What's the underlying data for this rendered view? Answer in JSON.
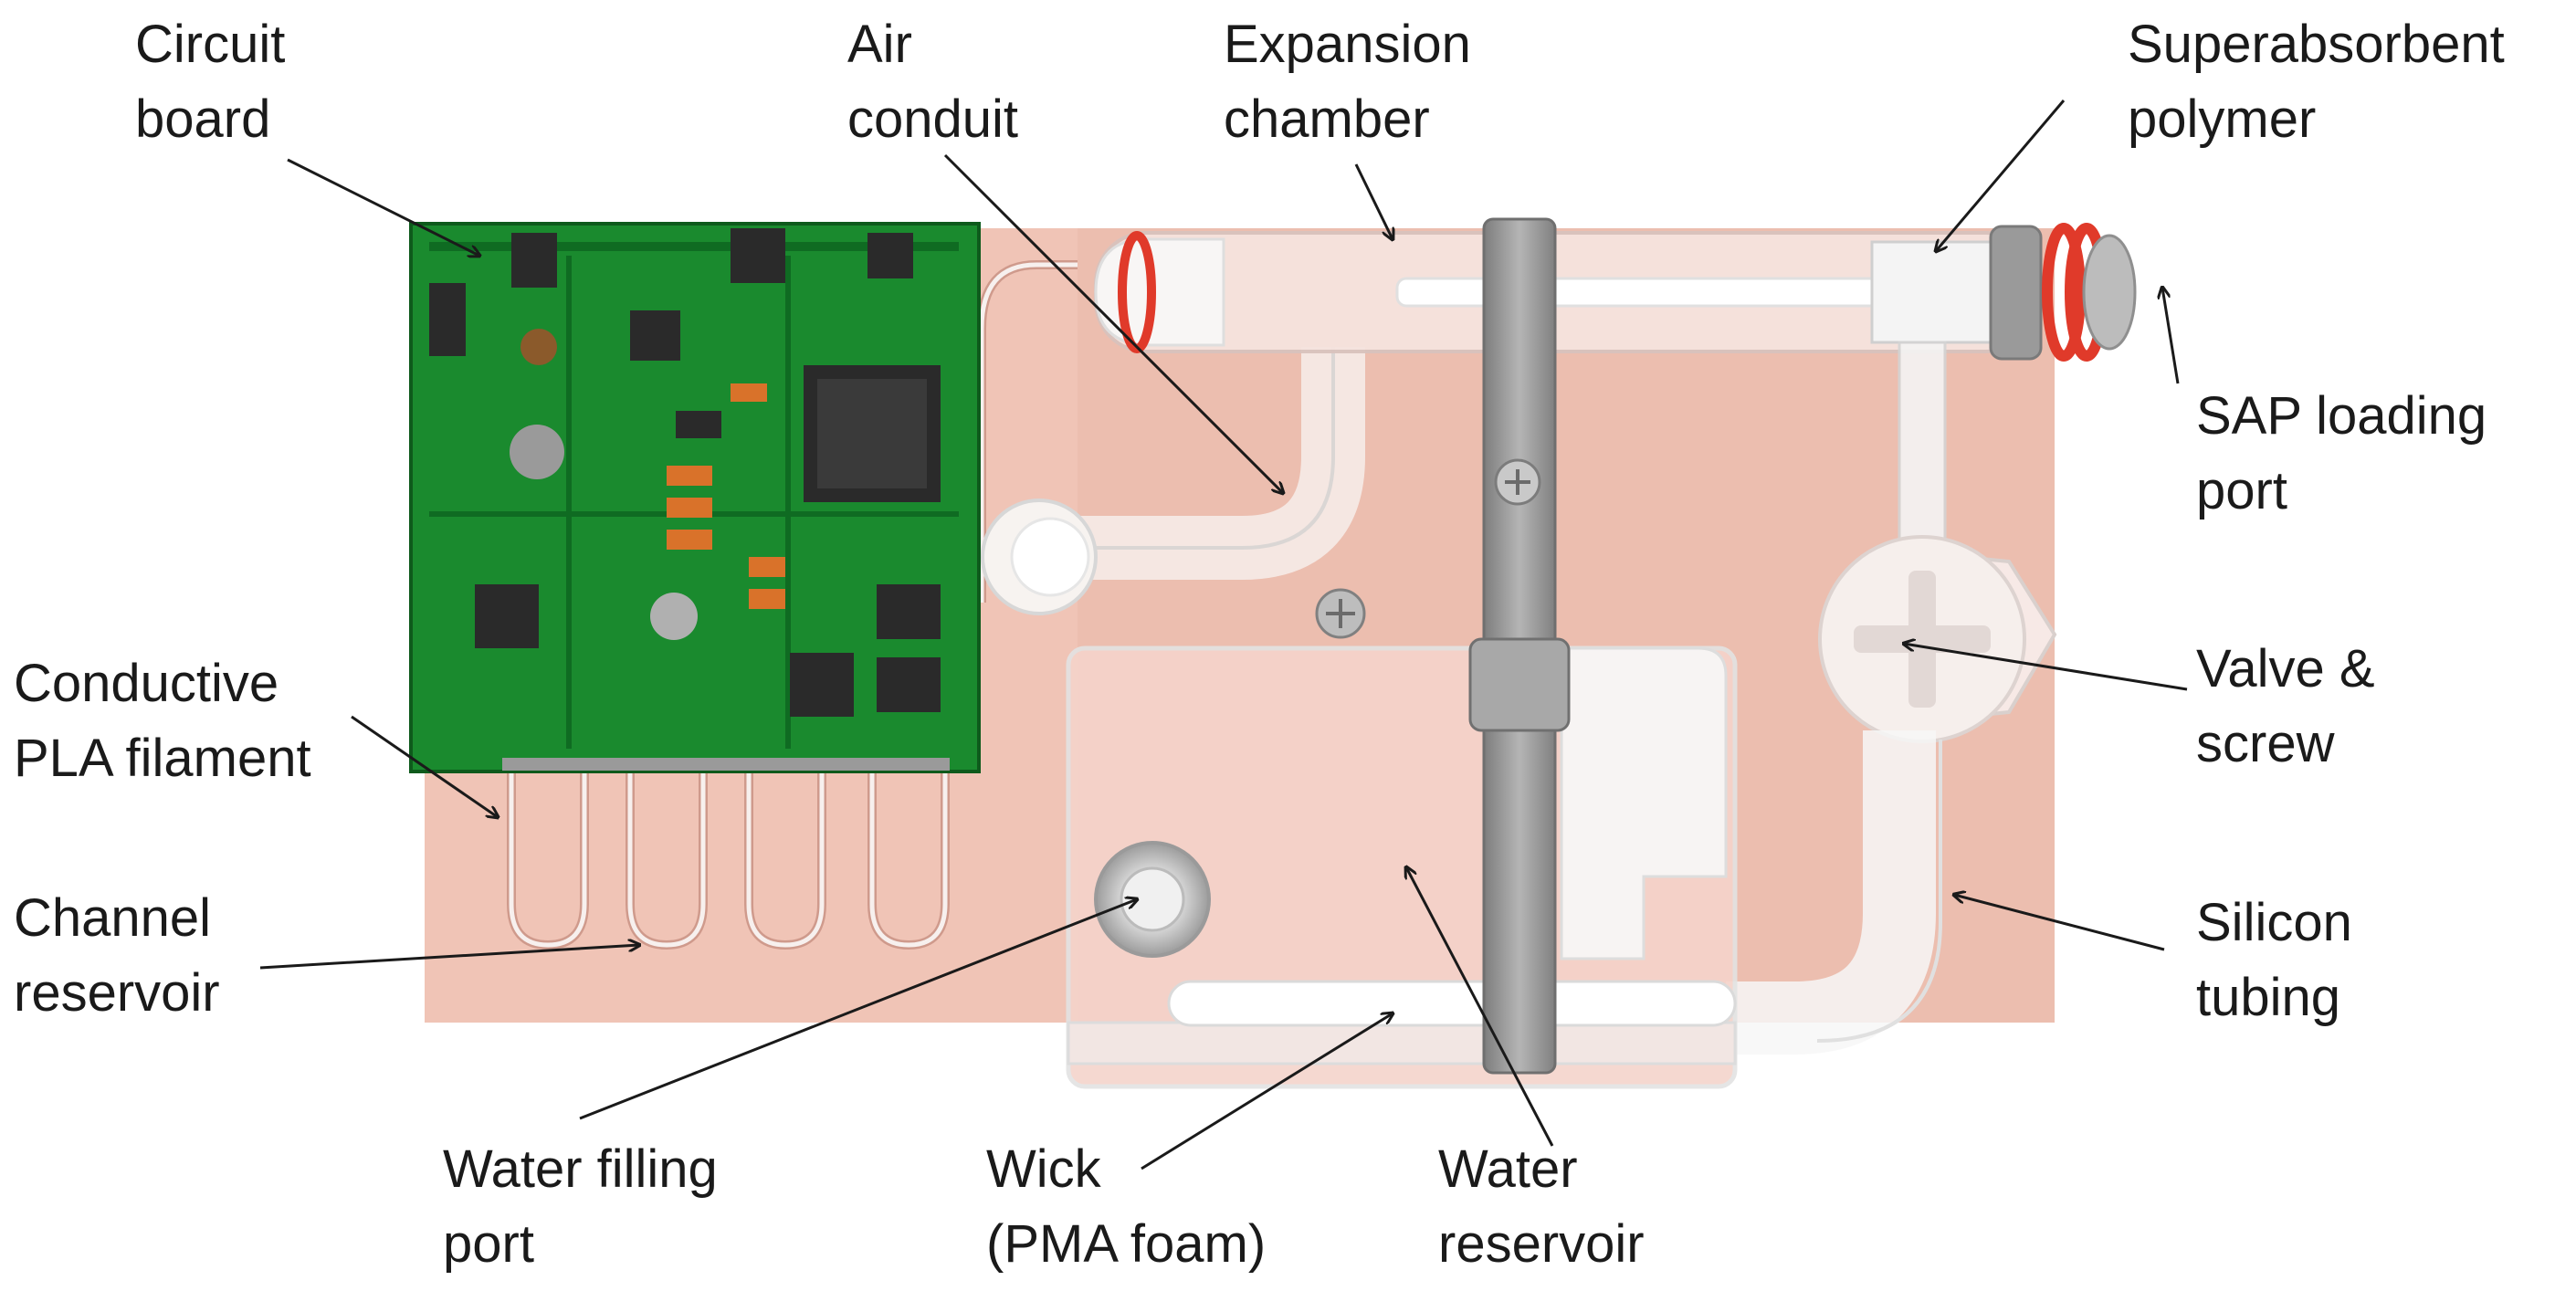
{
  "labels": {
    "circuit_board": {
      "line1": "Circuit",
      "line2": "board"
    },
    "air_conduit": {
      "line1": "Air",
      "line2": "conduit"
    },
    "expansion_chamber": {
      "line1": "Expansion",
      "line2": "chamber"
    },
    "superabsorbent_polymer": {
      "line1": "Superabsorbent",
      "line2": "polymer"
    },
    "sap_loading_port": {
      "line1": "SAP loading",
      "line2": "port"
    },
    "valve_screw": {
      "line1": "Valve &",
      "line2": "screw"
    },
    "silicon_tubing": {
      "line1": "Silicon",
      "line2": "tubing"
    },
    "conductive_pla": {
      "line1": "Conductive",
      "line2": "PLA filament"
    },
    "channel_reservoir": {
      "line1": "Channel",
      "line2": "reservoir"
    },
    "water_filling_port": {
      "line1": "Water filling",
      "line2": "port"
    },
    "wick": {
      "line1": "Wick",
      "line2": "(PMA foam)"
    },
    "water_reservoir": {
      "line1": "Water",
      "line2": "reservoir"
    }
  },
  "colors": {
    "base_plate": "#f0c4b6",
    "pcb": "#1a8a2e",
    "clamp": "#9a9a9a",
    "red_ring": "#e03a2a",
    "text": "#1a1a1a"
  }
}
